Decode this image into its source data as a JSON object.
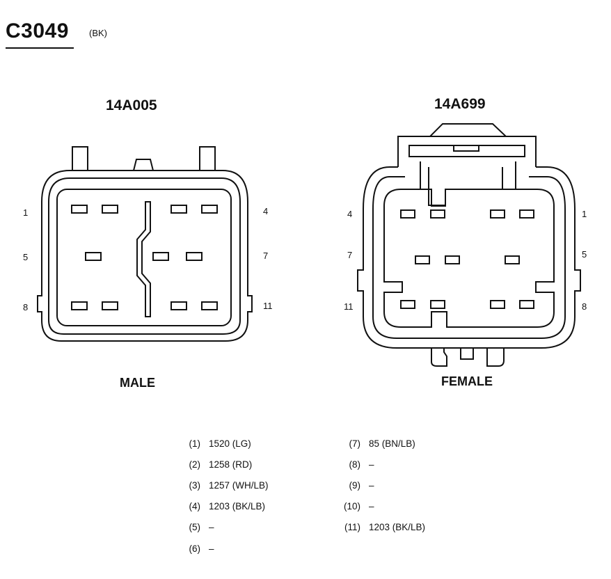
{
  "connector": {
    "id": "C3049",
    "color_code": "(BK)"
  },
  "male": {
    "part_number": "14A005",
    "label": "MALE",
    "pin_labels": {
      "p1": "1",
      "p4": "4",
      "p5": "5",
      "p7": "7",
      "p8": "8",
      "p11": "11"
    }
  },
  "female": {
    "part_number": "14A699",
    "label": "FEMALE",
    "pin_labels": {
      "p4": "4",
      "p1": "1",
      "p7": "7",
      "p5": "5",
      "p11": "11",
      "p8": "8"
    }
  },
  "pinout": {
    "left": [
      {
        "pin": "(1)",
        "circuit": "1520 (LG)"
      },
      {
        "pin": "(2)",
        "circuit": "1258 (RD)"
      },
      {
        "pin": "(3)",
        "circuit": "1257 (WH/LB)"
      },
      {
        "pin": "(4)",
        "circuit": "1203 (BK/LB)"
      },
      {
        "pin": "(5)",
        "circuit": "–"
      },
      {
        "pin": "(6)",
        "circuit": "–"
      }
    ],
    "right": [
      {
        "pin": "(7)",
        "circuit": "85 (BN/LB)"
      },
      {
        "pin": "(8)",
        "circuit": "–"
      },
      {
        "pin": "(9)",
        "circuit": "–"
      },
      {
        "pin": "(10)",
        "circuit": "–"
      },
      {
        "pin": "(11)",
        "circuit": "1203 (BK/LB)"
      }
    ]
  }
}
